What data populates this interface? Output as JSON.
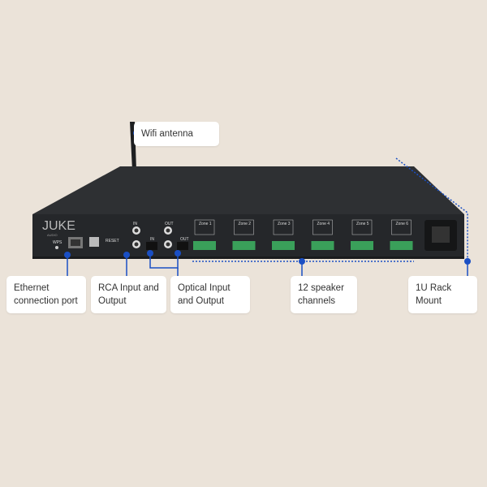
{
  "device": {
    "brand": "JUKE",
    "brand_sub": "AUDIO",
    "port_labels": {
      "wps": "WPS",
      "reset": "RESET",
      "rca_in": "IN",
      "rca_out": "OUT",
      "opt_in": "IN",
      "opt_out": "OUT"
    },
    "zones": [
      "Zone 1",
      "Zone 2",
      "Zone 3",
      "Zone 4",
      "Zone 5",
      "Zone 6"
    ]
  },
  "callouts": {
    "wifi": "Wifi antenna",
    "ethernet": "Ethernet connection port",
    "rca": "RCA Input and Output",
    "optical": "Optical Input and Output",
    "speaker": "12 speaker channels",
    "rack": "1U Rack Mount"
  },
  "colors": {
    "background": "#ebe3d9",
    "accent": "#1a4fc4",
    "device": "#2a2c2e",
    "connector": "#3aa05a"
  }
}
